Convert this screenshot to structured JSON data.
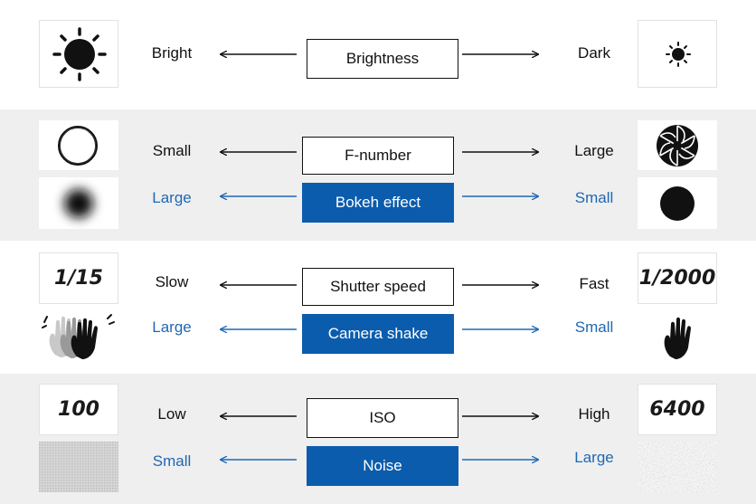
{
  "colors": {
    "accent_blue": "#0b5cad",
    "text_blue": "#1f68b4",
    "band_gray": "#efefef"
  },
  "rows": {
    "brightness": {
      "label": "Brightness",
      "left": "Bright",
      "right": "Dark"
    },
    "fnumber": {
      "label": "F-number",
      "left": "Small",
      "right": "Large"
    },
    "bokeh": {
      "label": "Bokeh effect",
      "left": "Large",
      "right": "Small"
    },
    "shutter": {
      "label": "Shutter speed",
      "left": "Slow",
      "right": "Fast",
      "slow_value": "1/15",
      "fast_value": "1/2000"
    },
    "shake": {
      "label": "Camera shake",
      "left": "Large",
      "right": "Small"
    },
    "iso": {
      "label": "ISO",
      "left": "Low",
      "right": "High",
      "low_value": "100",
      "high_value": "6400"
    },
    "noise": {
      "label": "Noise",
      "left": "Small",
      "right": "Large"
    }
  },
  "icons": {
    "big_sun": "sun-large-icon",
    "small_sun": "sun-small-icon",
    "open_aperture": "aperture-open-icon",
    "closed_aperture": "aperture-closed-icon",
    "blur_disc": "bokeh-blur-icon",
    "sharp_disc": "bokeh-sharp-icon",
    "shaky_hand": "shaky-hand-icon",
    "steady_hand": "steady-hand-icon",
    "low_noise": "low-noise-texture",
    "high_noise": "high-noise-texture"
  }
}
